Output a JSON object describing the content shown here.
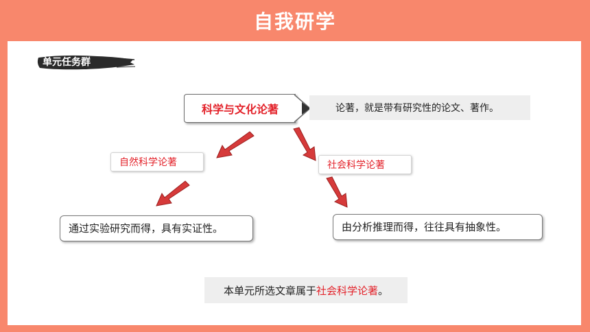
{
  "page": {
    "title": "自我研学"
  },
  "section": {
    "label": "单元任务群"
  },
  "diagram": {
    "main_topic": "科学与文化论著",
    "definition": "论著，就是带有研究性的论文、著作。",
    "branch_natural": {
      "label": "自然科学论著",
      "description": "通过实验研究而得，具有实证性。"
    },
    "branch_social": {
      "label": "社会科学论著",
      "description": "由分析推理而得，往往具有抽象性。"
    }
  },
  "conclusion": {
    "prefix": "本单元所选文章属于",
    "highlight": "社会科学论著",
    "suffix": "。"
  },
  "colors": {
    "background": "#f8876c",
    "accent": "#e3232b",
    "arrow": "#d63a3a"
  }
}
